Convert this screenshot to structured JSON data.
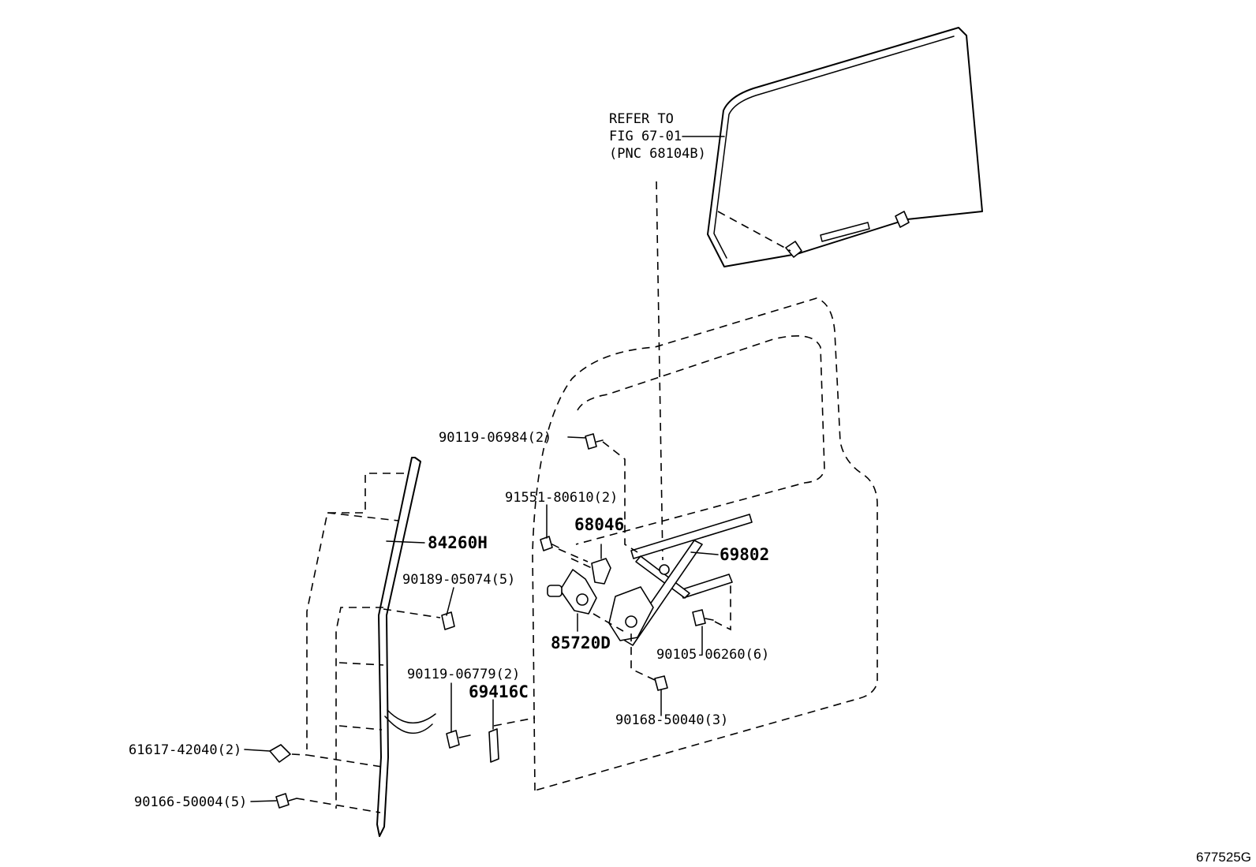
{
  "refer_note": {
    "line1": "REFER TO",
    "line2": "FIG 67-01",
    "line3": "(PNC 68104B)"
  },
  "labels": {
    "p_90119_06984": "90119-06984(2)",
    "p_91551_80610": "91551-80610(2)",
    "p_68046": "68046",
    "p_84260H": "84260H",
    "p_69802": "69802",
    "p_90189_05074": "90189-05074(5)",
    "p_85720D": "85720D",
    "p_90105_06260": "90105-06260(6)",
    "p_90119_06779": "90119-06779(2)",
    "p_69416C": "69416C",
    "p_90168_50040": "90168-50040(3)",
    "p_61617_42040": "61617-42040(2)",
    "p_90166_50004": "90166-50004(5)"
  },
  "figure_code": "677525G"
}
